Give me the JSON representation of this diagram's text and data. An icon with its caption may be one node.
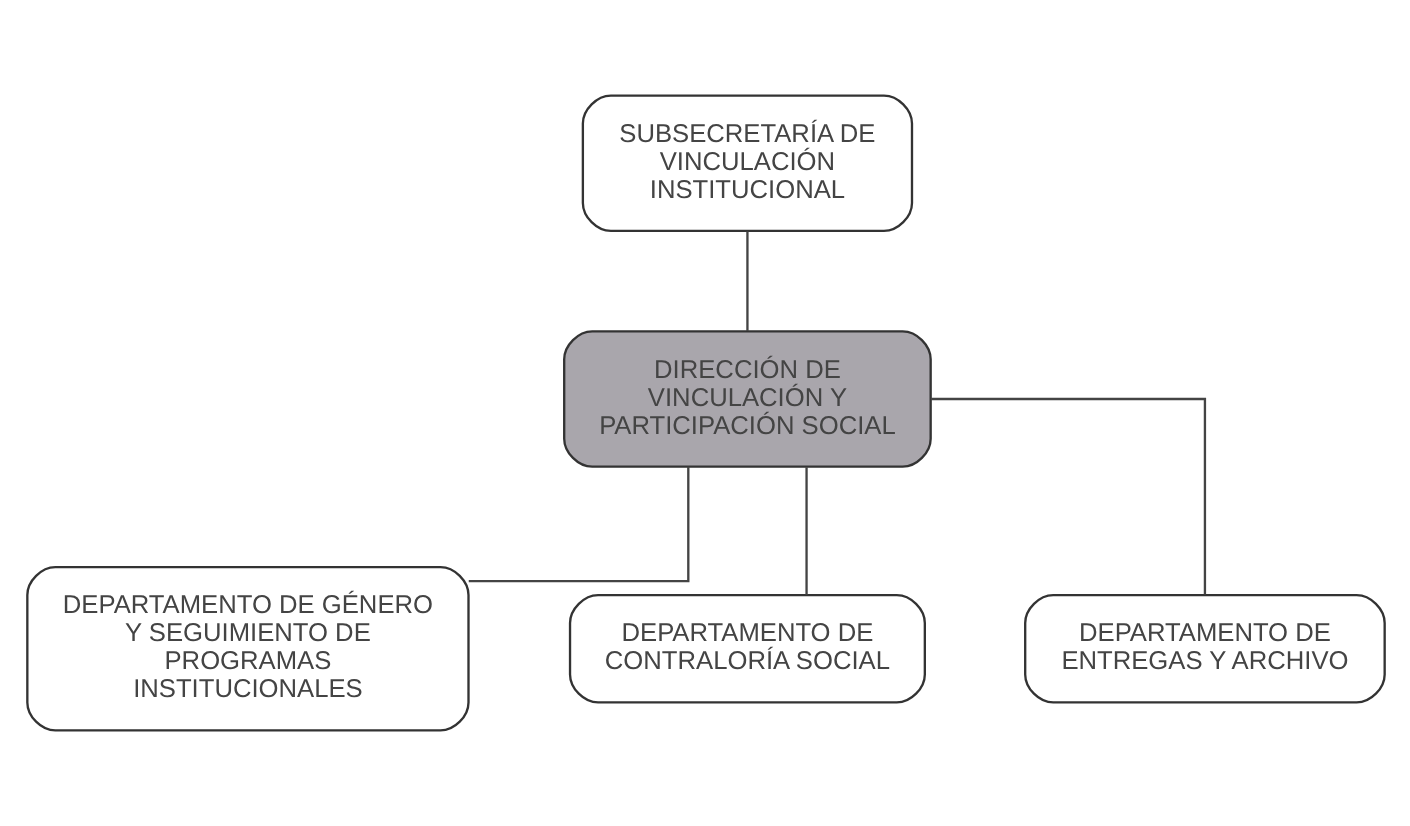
{
  "diagram": {
    "nodes": [
      {
        "text": [
          "SUBSECRETARÍA DE VINCULACIÓN INSTITUCIONAL"
        ]
      },
      {
        "text": [
          "DIRECCIÓN DE VINCULACIÓN Y PARTICIPACIÓN SOCIAL"
        ]
      },
      {
        "text": [
          "DEPARTAMENTO DE GÉNERO Y SEGUIMIENTO DE PROGRAMAS INSTITUCIONALES"
        ]
      },
      {
        "text": [
          "DEPARTAMENTO DE CONTRALORÍA SOCIAL"
        ]
      },
      {
        "text": [
          "DEPARTAMENTO DE ENTREGAS Y ARCHIVO"
        ]
      }
    ],
    "edges": [
      {
        "from": 0,
        "to": 1,
        "arrow": "none"
      },
      {
        "from": 1,
        "to": 2,
        "arrow": "none"
      },
      {
        "from": 1,
        "to": 3,
        "arrow": "none"
      },
      {
        "from": 1,
        "to": 4,
        "arrow": "none"
      }
    ]
  }
}
